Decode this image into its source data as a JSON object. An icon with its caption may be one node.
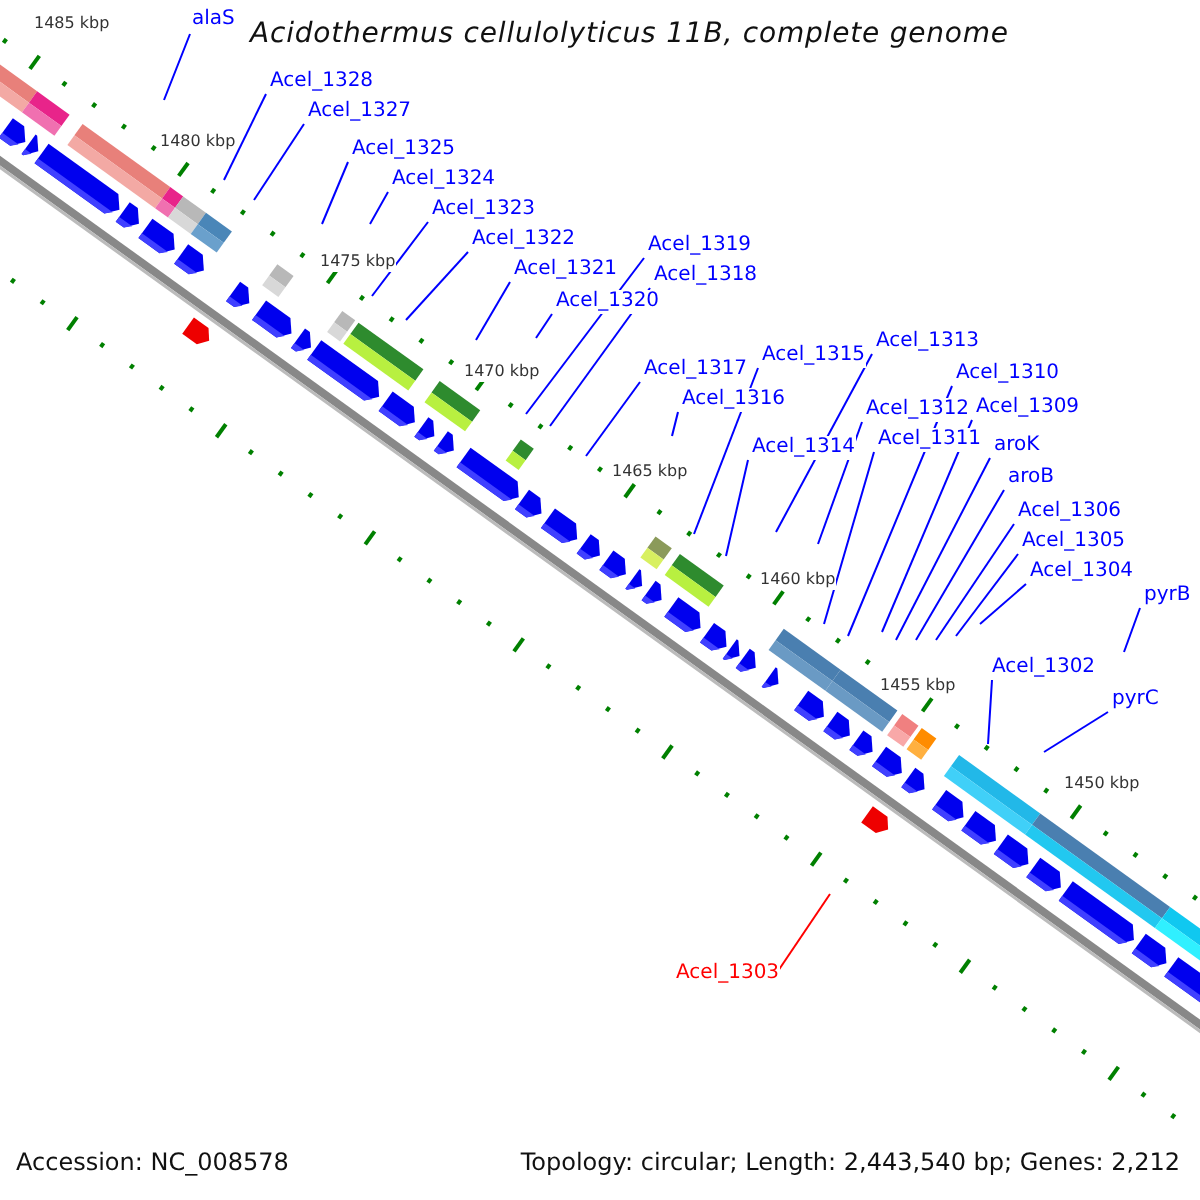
{
  "diagram": {
    "title": "Acidothermus cellulolyticus 11B, complete genome",
    "nodes": [
      {
        "text": [
          "alaS"
        ]
      },
      {
        "text": [
          "Acel_1328"
        ]
      },
      {
        "text": [
          "Acel_1327"
        ]
      },
      {
        "text": [
          "Acel_1325"
        ]
      },
      {
        "text": [
          "Acel_1324"
        ]
      },
      {
        "text": [
          "Acel_1323"
        ]
      },
      {
        "text": [
          "Acel_1322"
        ]
      },
      {
        "text": [
          "Acel_1321"
        ]
      },
      {
        "text": [
          "Acel_1320"
        ]
      },
      {
        "text": [
          "Acel_1319"
        ]
      },
      {
        "text": [
          "Acel_1318"
        ]
      },
      {
        "text": [
          "Acel_1317"
        ]
      },
      {
        "text": [
          "Acel_1316"
        ]
      },
      {
        "text": [
          "Acel_1315"
        ]
      },
      {
        "text": [
          "Acel_1314"
        ]
      },
      {
        "text": [
          "Acel_1313"
        ]
      },
      {
        "text": [
          "Acel_1312"
        ]
      },
      {
        "text": [
          "Acel_1311"
        ]
      },
      {
        "text": [
          "Acel_1310"
        ]
      },
      {
        "text": [
          "Acel_1309"
        ]
      },
      {
        "text": [
          "aroK"
        ]
      },
      {
        "text": [
          "aroB"
        ]
      },
      {
        "text": [
          "Acel_1306"
        ]
      },
      {
        "text": [
          "Acel_1305"
        ]
      },
      {
        "text": [
          "Acel_1304"
        ]
      },
      {
        "text": [
          "pyrB"
        ]
      },
      {
        "text": [
          "Acel_1302"
        ]
      },
      {
        "text": [
          "pyrC"
        ]
      },
      {
        "text": [
          "Acel_1303"
        ]
      }
    ],
    "edges": [
      {
        "from": 0,
        "to": null,
        "arrow": "none"
      },
      {
        "from": 1,
        "to": null,
        "arrow": "none"
      },
      {
        "from": 2,
        "to": null,
        "arrow": "none"
      },
      {
        "from": 3,
        "to": null,
        "arrow": "none"
      },
      {
        "from": 4,
        "to": null,
        "arrow": "none"
      },
      {
        "from": 5,
        "to": null,
        "arrow": "none"
      },
      {
        "from": 6,
        "to": null,
        "arrow": "none"
      },
      {
        "from": 7,
        "to": null,
        "arrow": "none"
      },
      {
        "from": 8,
        "to": null,
        "arrow": "none"
      },
      {
        "from": 9,
        "to": null,
        "arrow": "none"
      },
      {
        "from": 10,
        "to": null,
        "arrow": "none"
      },
      {
        "from": 11,
        "to": null,
        "arrow": "none"
      },
      {
        "from": 12,
        "to": null,
        "arrow": "none"
      },
      {
        "from": 13,
        "to": null,
        "arrow": "none"
      },
      {
        "from": 14,
        "to": null,
        "arrow": "none"
      },
      {
        "from": 15,
        "to": null,
        "arrow": "none"
      },
      {
        "from": 16,
        "to": null,
        "arrow": "none"
      },
      {
        "from": 17,
        "to": null,
        "arrow": "none"
      },
      {
        "from": 18,
        "to": null,
        "arrow": "none"
      },
      {
        "from": 19,
        "to": null,
        "arrow": "none"
      },
      {
        "from": 20,
        "to": null,
        "arrow": "none"
      },
      {
        "from": 21,
        "to": null,
        "arrow": "none"
      },
      {
        "from": 22,
        "to": null,
        "arrow": "none"
      },
      {
        "from": 23,
        "to": null,
        "arrow": "none"
      },
      {
        "from": 24,
        "to": null,
        "arrow": "none"
      },
      {
        "from": 25,
        "to": null,
        "arrow": "none"
      },
      {
        "from": 26,
        "to": null,
        "arrow": "none"
      },
      {
        "from": 27,
        "to": null,
        "arrow": "none"
      },
      {
        "from": 28,
        "to": null,
        "arrow": "none",
        "color": "#ff0000"
      }
    ],
    "labels": [
      "1485 kbp",
      "1480 kbp",
      "1475 kbp",
      "1470 kbp",
      "1465 kbp",
      "1460 kbp",
      "1455 kbp",
      "1450 kbp",
      "Accession: NC_008578",
      "Topology: circular; Length: 2,443,540 bp; Genes: 2,212"
    ]
  }
}
